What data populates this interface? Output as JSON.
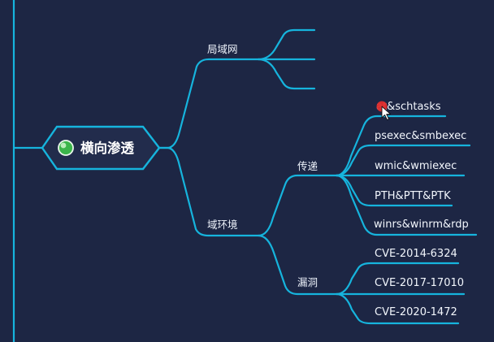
{
  "mindmap": {
    "root": {
      "label": "横向渗透",
      "icon": "green-circle-icon"
    },
    "branches": [
      {
        "label": "局域网",
        "children": []
      },
      {
        "label": "域环境",
        "groups": [
          {
            "label": "传递",
            "children": [
              "at&schtasks",
              "psexec&smbexec",
              "wmic&wmiexec",
              "PTH&PTT&PTK",
              "winrs&winrm&rdp"
            ]
          },
          {
            "label": "漏洞",
            "children": [
              "CVE-2014-6324",
              "CVE-2017-17010",
              "CVE-2020-1472"
            ]
          }
        ]
      }
    ]
  },
  "colors": {
    "background": "#1d2644",
    "line": "#16b4dd",
    "text": "#ffffff",
    "root_fill": "#222c4c",
    "root_icon": "#3bb54a",
    "cursor_highlight": "#e22d2d"
  }
}
